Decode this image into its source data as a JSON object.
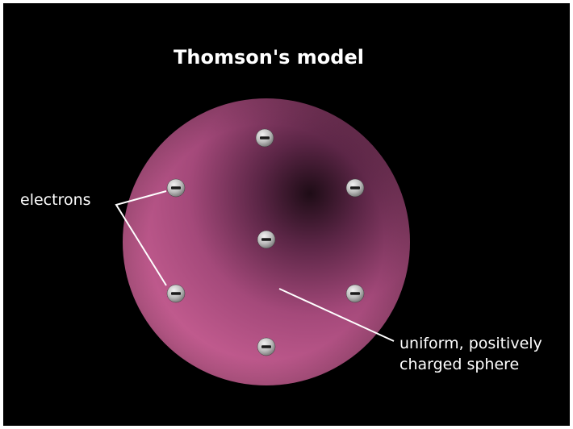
{
  "title": "Thomson's model",
  "labels": {
    "electrons": "electrons",
    "sphere_line1": "uniform, positively",
    "sphere_line2": "charged sphere"
  },
  "colors": {
    "background": "#000000",
    "sphere_light": "#c25a8e",
    "sphere_dark": "#1e0c16",
    "electron": "#c9c9c9",
    "text": "#ffffff"
  },
  "electron_count": 7
}
